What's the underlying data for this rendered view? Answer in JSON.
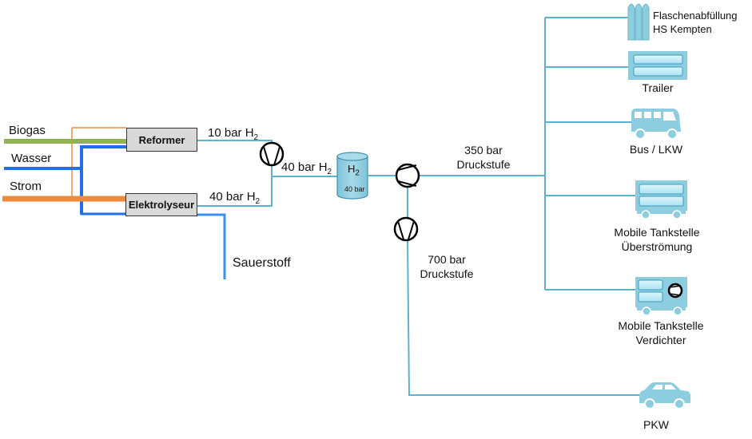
{
  "colors": {
    "biogas": "#8fb44e",
    "wasser": "#1f6fe8",
    "strom": "#f08a3a",
    "strom_thin": "#f3a96b",
    "hydrogen_line": "#5bb3cf",
    "oxygen_line": "#3b8ff0",
    "icon_fill": "#8ccde0",
    "box_fill": "#d9d9d9"
  },
  "inputs": [
    {
      "label": "Biogas"
    },
    {
      "label": "Wasser"
    },
    {
      "label": "Strom"
    }
  ],
  "units": {
    "reformer": "Reformer",
    "elektrolyseur": "Elektrolyseur"
  },
  "streams": {
    "reformer_out": {
      "text": "10 bar H",
      "sub": "2"
    },
    "elektrolyseur_out": {
      "text": "40 bar H",
      "sub": "2"
    },
    "merged": {
      "text": "40 bar H",
      "sub": "2"
    },
    "oxygen": "Sauerstoff"
  },
  "tank": {
    "symbol": "H",
    "sub": "2",
    "pressure": "40 bar"
  },
  "stages": {
    "s350": {
      "line1": "350 bar",
      "line2": "Druckstufe"
    },
    "s700": {
      "line1": "700 bar",
      "line2": "Druckstufe"
    }
  },
  "consumers": [
    {
      "line1": "Flaschenabfüllung",
      "line2": "HS Kempten",
      "icon": "gas-bottles-icon"
    },
    {
      "line1": "Trailer",
      "line2": "",
      "icon": "trailer-icon"
    },
    {
      "line1": "Bus / LKW",
      "line2": "",
      "icon": "bus-icon"
    },
    {
      "line1": "Mobile Tankstelle",
      "line2": "Überströmung",
      "icon": "mobile-station-icon"
    },
    {
      "line1": "Mobile Tankstelle",
      "line2": "Verdichter",
      "icon": "mobile-station-compressor-icon"
    },
    {
      "line1": "PKW",
      "line2": "",
      "icon": "car-icon"
    }
  ]
}
